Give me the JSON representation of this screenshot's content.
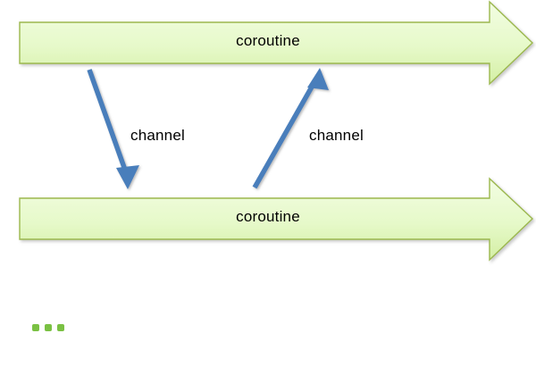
{
  "diagram": {
    "title": "coroutine channel communication diagram",
    "background_color": "#ffffff",
    "coroutines": [
      {
        "label": "coroutine",
        "direction": "right",
        "fill_top_color": "#eefbd4",
        "fill_bottom_color": "#d7f0aa",
        "stroke_color": "#9cb84e"
      },
      {
        "label": "coroutine",
        "direction": "right",
        "fill_top_color": "#eefbd4",
        "fill_bottom_color": "#d7f0aa",
        "stroke_color": "#9cb84e"
      }
    ],
    "channels": [
      {
        "label": "channel",
        "direction": "down",
        "from": "coroutine-1",
        "to": "coroutine-2",
        "color": "#4a7ebb"
      },
      {
        "label": "channel",
        "direction": "up",
        "from": "coroutine-2",
        "to": "coroutine-1",
        "color": "#4a7ebb"
      }
    ],
    "continuation": {
      "name": "ellipsis",
      "dots": 3,
      "color": "#7ac143"
    }
  }
}
